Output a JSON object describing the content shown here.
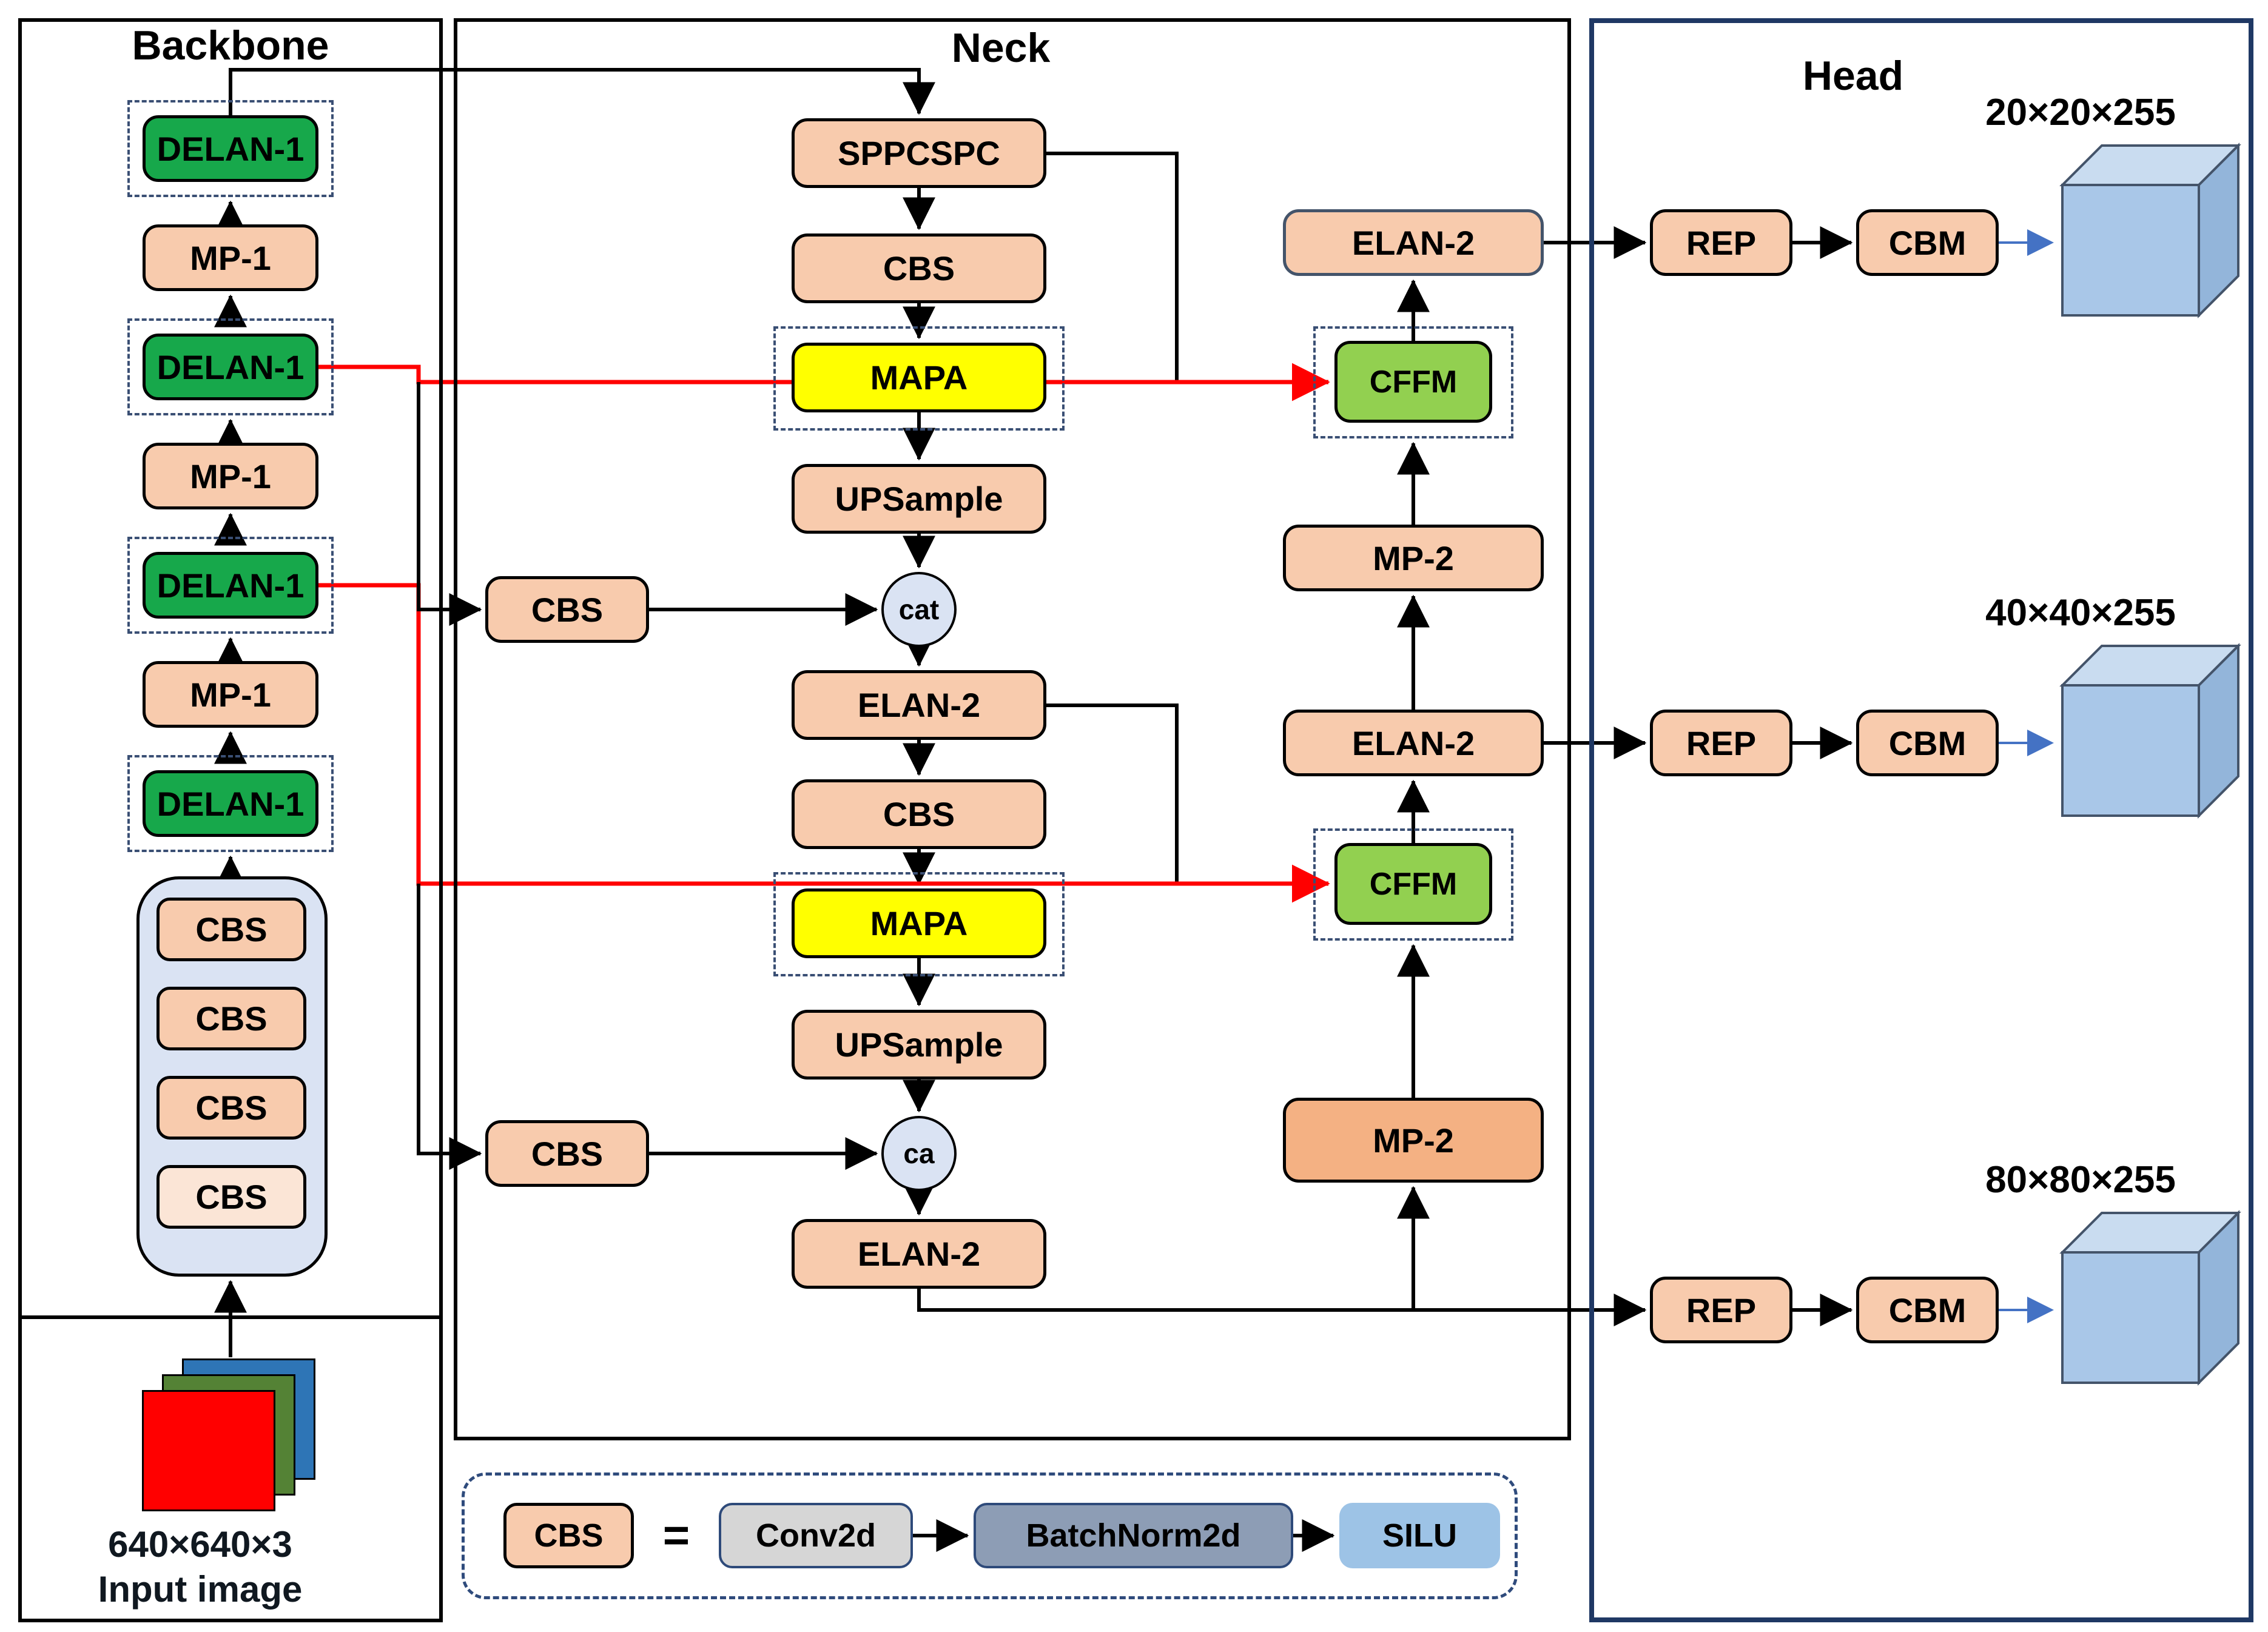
{
  "titles": {
    "backbone": "Backbone",
    "neck": "Neck",
    "head": "Head"
  },
  "backbone": {
    "delan_label": "DELAN-1",
    "mp_label": "MP-1",
    "cbs_label": "CBS",
    "input_dims": "640×640×3",
    "input_caption": "Input image"
  },
  "neck": {
    "sppcspc": "SPPCSPC",
    "cbs": "CBS",
    "mapa": "MAPA",
    "upsample": "UPSample",
    "cat": "cat",
    "ca": "ca",
    "elan2": "ELAN-2",
    "mp2": "MP-2",
    "cffm": "CFFM"
  },
  "head": {
    "rep": "REP",
    "cbm": "CBM",
    "outputs": [
      "20×20×255",
      "40×40×255",
      "80×80×255"
    ]
  },
  "legend": {
    "cbs": "CBS",
    "equals": "=",
    "conv": "Conv2d",
    "bn": "BatchNorm2d",
    "silu": "SILU"
  },
  "colors": {
    "block_peach": "#f8cbad",
    "block_peach_dark": "#f4b183",
    "delan_green": "#17a84b",
    "cffm_green": "#92d050",
    "mapa_yellow": "#ffff00",
    "circle_fill": "#dae3f3",
    "head_border": "#1f3864",
    "red_line": "#ff0000",
    "blue_arrow": "#4472c4",
    "cube_front": "#a9c7e8",
    "input_red": "#ff0000",
    "input_green": "#548235",
    "input_blue": "#2e75b6"
  }
}
